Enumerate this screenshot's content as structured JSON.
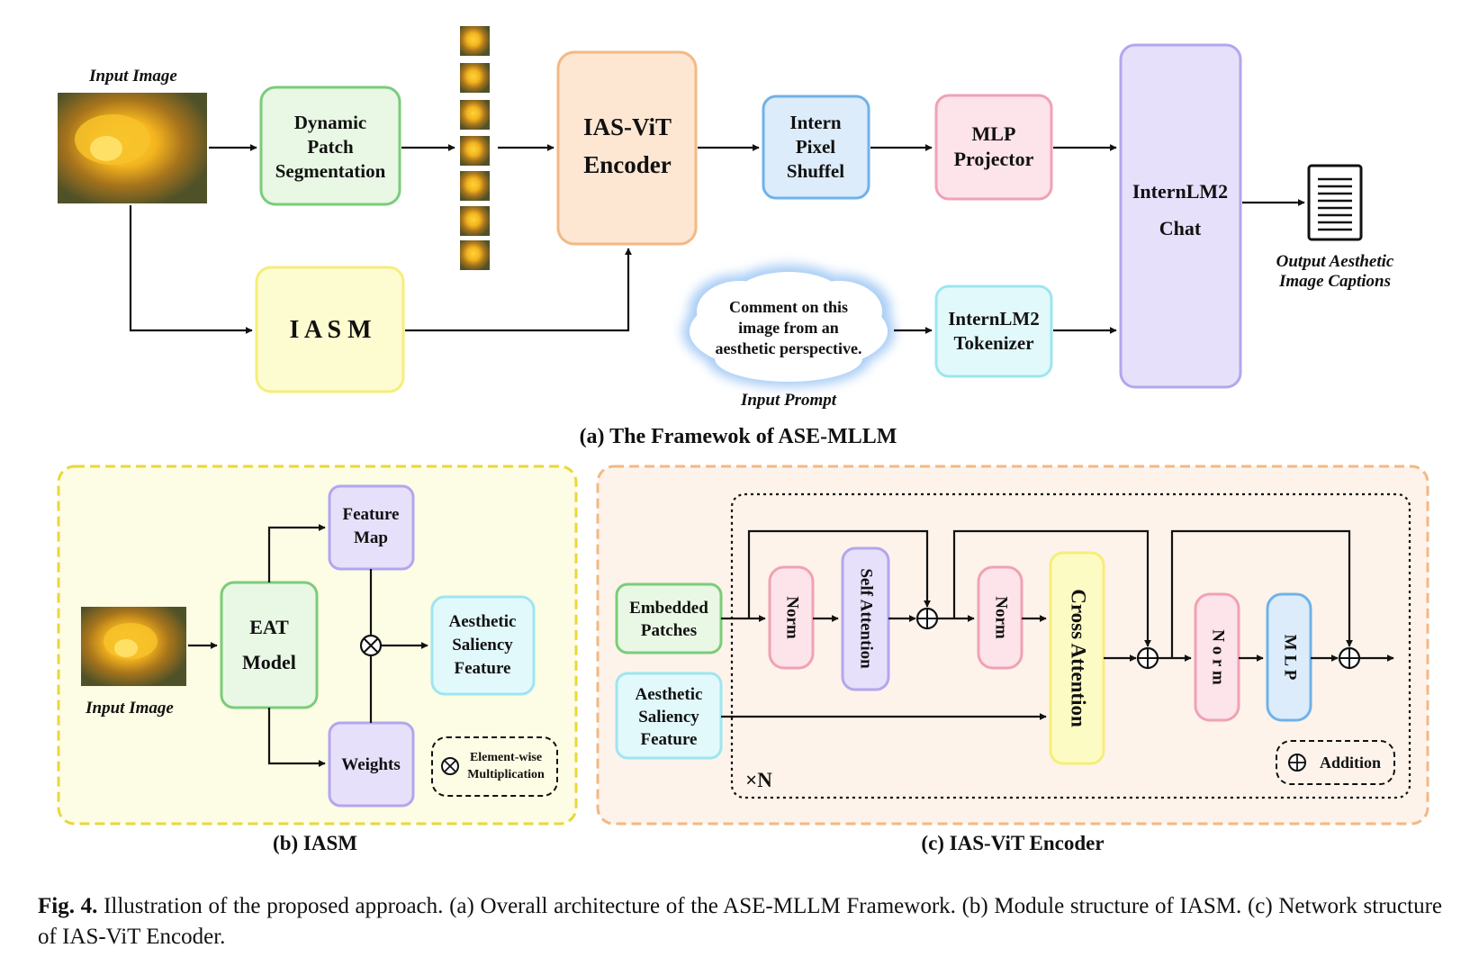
{
  "panel_a": {
    "input_image_label": "Input Image",
    "dynamic_patch": [
      "Dynamic",
      "Patch",
      "Segmentation"
    ],
    "iasm": "I A S M",
    "ias_vit": [
      "IAS-ViT",
      "Encoder"
    ],
    "intern_pixel": [
      "Intern",
      "Pixel",
      "Shuffel"
    ],
    "mlp_projector": [
      "MLP",
      "Projector"
    ],
    "internlm2_chat": [
      "InternLM2",
      "Chat"
    ],
    "prompt": [
      "Comment on this",
      "image from an",
      "aesthetic perspective."
    ],
    "input_prompt_label": "Input Prompt",
    "tokenizer": [
      "InternLM2",
      "Tokenizer"
    ],
    "output_label": [
      "Output Aesthetic",
      "Image Captions"
    ],
    "title": "(a) The Framewok of ASE-MLLM"
  },
  "panel_b": {
    "input_image_label": "Input Image",
    "eat_model": [
      "EAT",
      "Model"
    ],
    "feature_map": [
      "Feature",
      "Map"
    ],
    "weights": "Weights",
    "aesthetic_saliency": [
      "Aesthetic",
      "Saliency",
      "Feature"
    ],
    "legend": [
      "Element-wise",
      "Multiplication"
    ],
    "title": "(b) IASM"
  },
  "panel_c": {
    "embedded_patches": [
      "Embedded",
      "Patches"
    ],
    "aesthetic_saliency": [
      "Aesthetic",
      "Saliency",
      "Feature"
    ],
    "norm1": "Norm",
    "self_attention": "Self Attention",
    "norm2": "Norm",
    "cross_attention": "Cross Attention",
    "norm3": "N o r m",
    "mlp": "M L P",
    "repeat": "×N",
    "legend": "Addition",
    "title": "(c) IAS-ViT Encoder"
  },
  "caption": {
    "label": "Fig. 4.",
    "text": " Illustration of the proposed approach. (a) Overall architecture of the ASE-MLLM Framework. (b) Module structure of IASM. (c) Network structure of IAS-ViT Encoder."
  },
  "colors": {
    "green": "#7bcc7a",
    "yellow": "#f5ee7a",
    "orange": "#f3b884",
    "blue": "#6fb2ea",
    "pink": "#f0a2b4",
    "purple": "#b3a6ee",
    "cyan": "#9de6f0"
  }
}
